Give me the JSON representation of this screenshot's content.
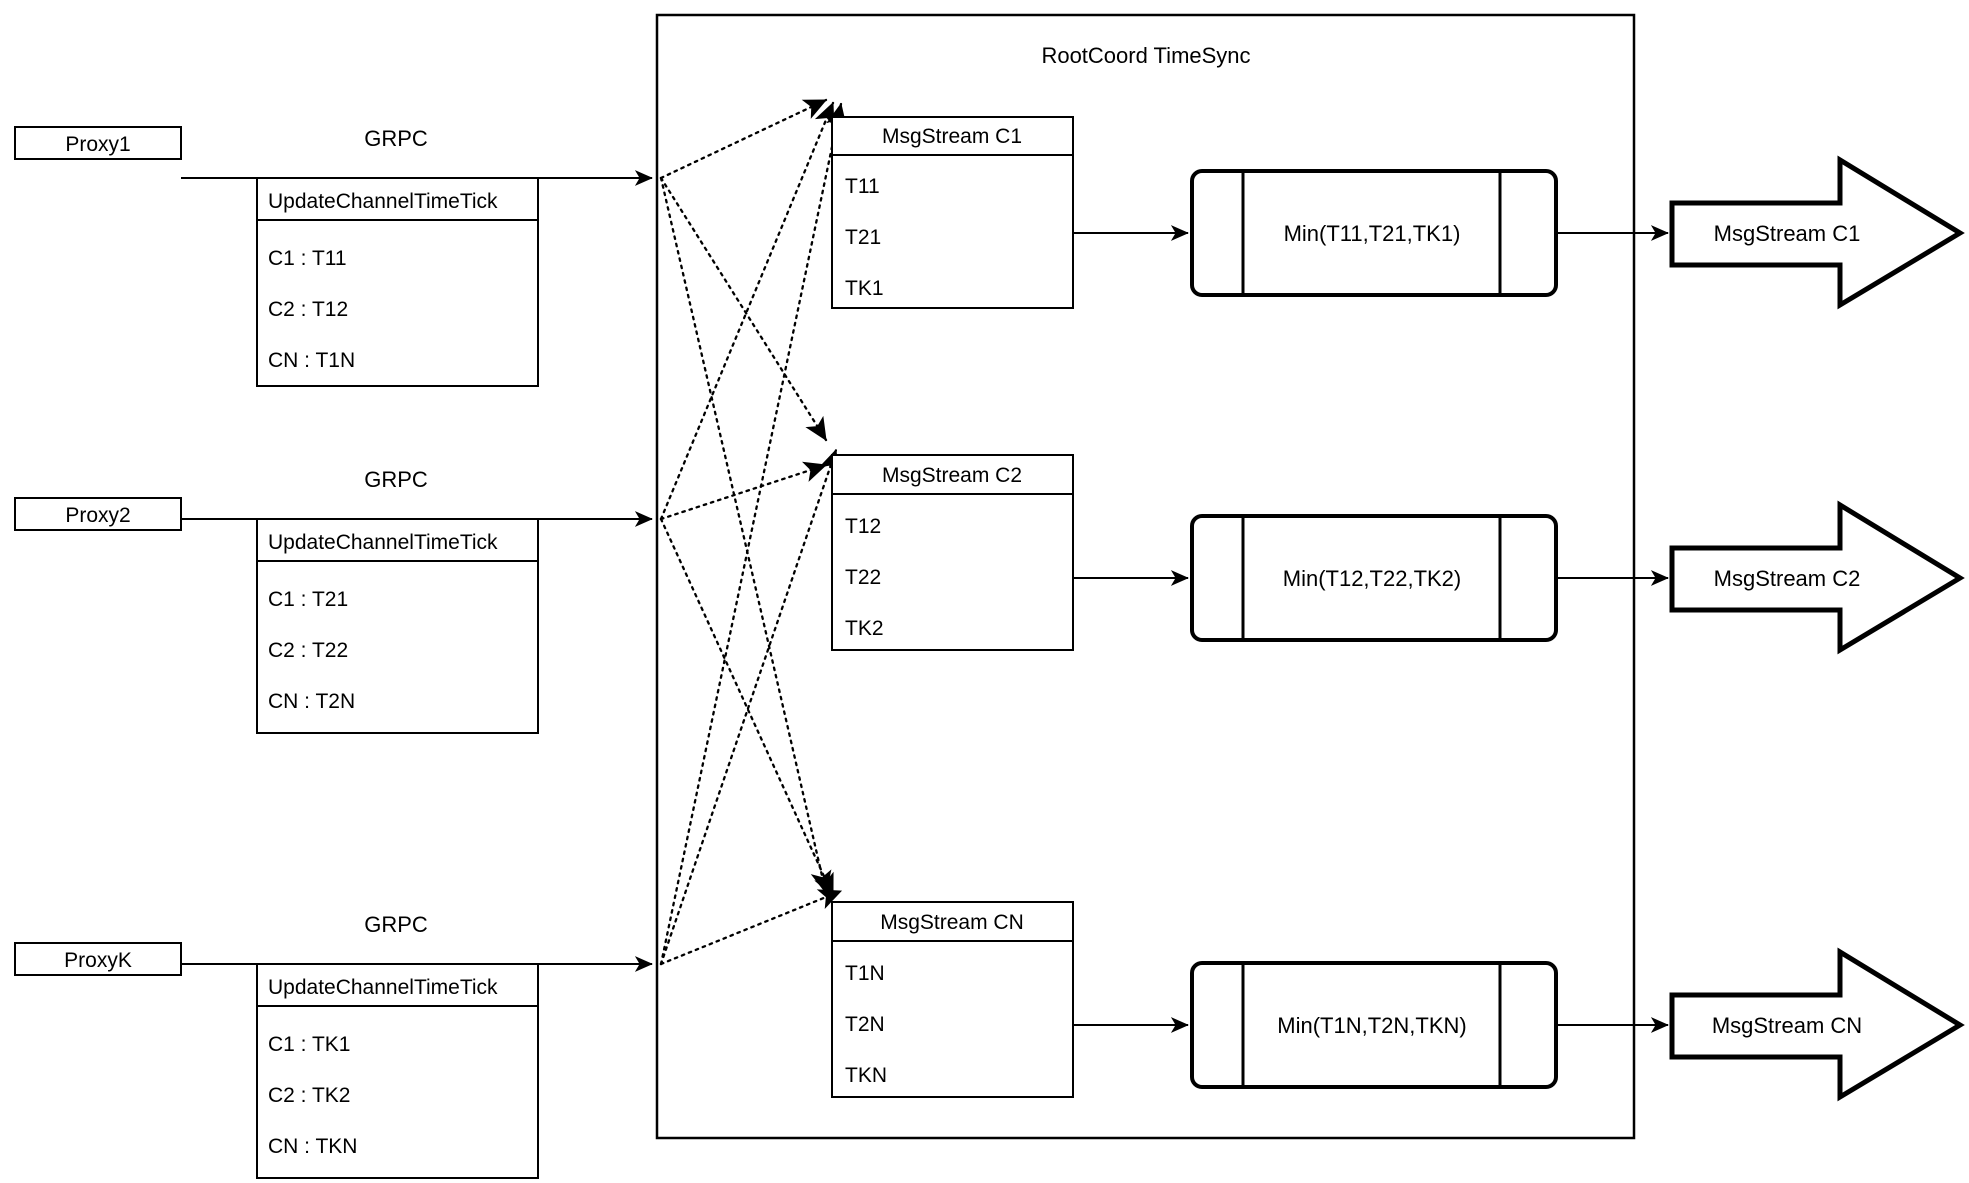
{
  "diagram": {
    "title": "RootCoord TimeSync",
    "container_label": "RootCoord TimeSync",
    "stroke_color": "#000000",
    "background_color": "#ffffff",
    "proxies": [
      {
        "name": "Proxy1",
        "link_label": "GRPC",
        "request": {
          "header": "UpdateChannelTimeTick",
          "rows": [
            "C1 :  T11",
            "C2 :  T12",
            "CN : T1N"
          ]
        }
      },
      {
        "name": "Proxy2",
        "link_label": "GRPC",
        "request": {
          "header": "UpdateChannelTimeTick",
          "rows": [
            "C1 :  T21",
            "C2 :  T22",
            "CN : T2N"
          ]
        }
      },
      {
        "name": "ProxyK",
        "link_label": "GRPC",
        "request": {
          "header": "UpdateChannelTimeTick",
          "rows": [
            "C1 :  TK1",
            "C2 :  TK2",
            "CN : TKN"
          ]
        }
      }
    ],
    "channels": [
      {
        "stream": {
          "header": "MsgStream C1",
          "rows": [
            "T11",
            "T21",
            "TK1"
          ]
        },
        "process": {
          "label": "Min(T11,T21,TK1)"
        },
        "output": {
          "label": "MsgStream C1"
        }
      },
      {
        "stream": {
          "header": "MsgStream C2",
          "rows": [
            "T12",
            "T22",
            "TK2"
          ]
        },
        "process": {
          "label": "Min(T12,T22,TK2)"
        },
        "output": {
          "label": "MsgStream C2"
        }
      },
      {
        "stream": {
          "header": "MsgStream CN",
          "rows": [
            "T1N",
            "T2N",
            "TKN"
          ]
        },
        "process": {
          "label": "Min(T1N,T2N,TKN)"
        },
        "output": {
          "label": "MsgStream CN"
        }
      }
    ]
  }
}
